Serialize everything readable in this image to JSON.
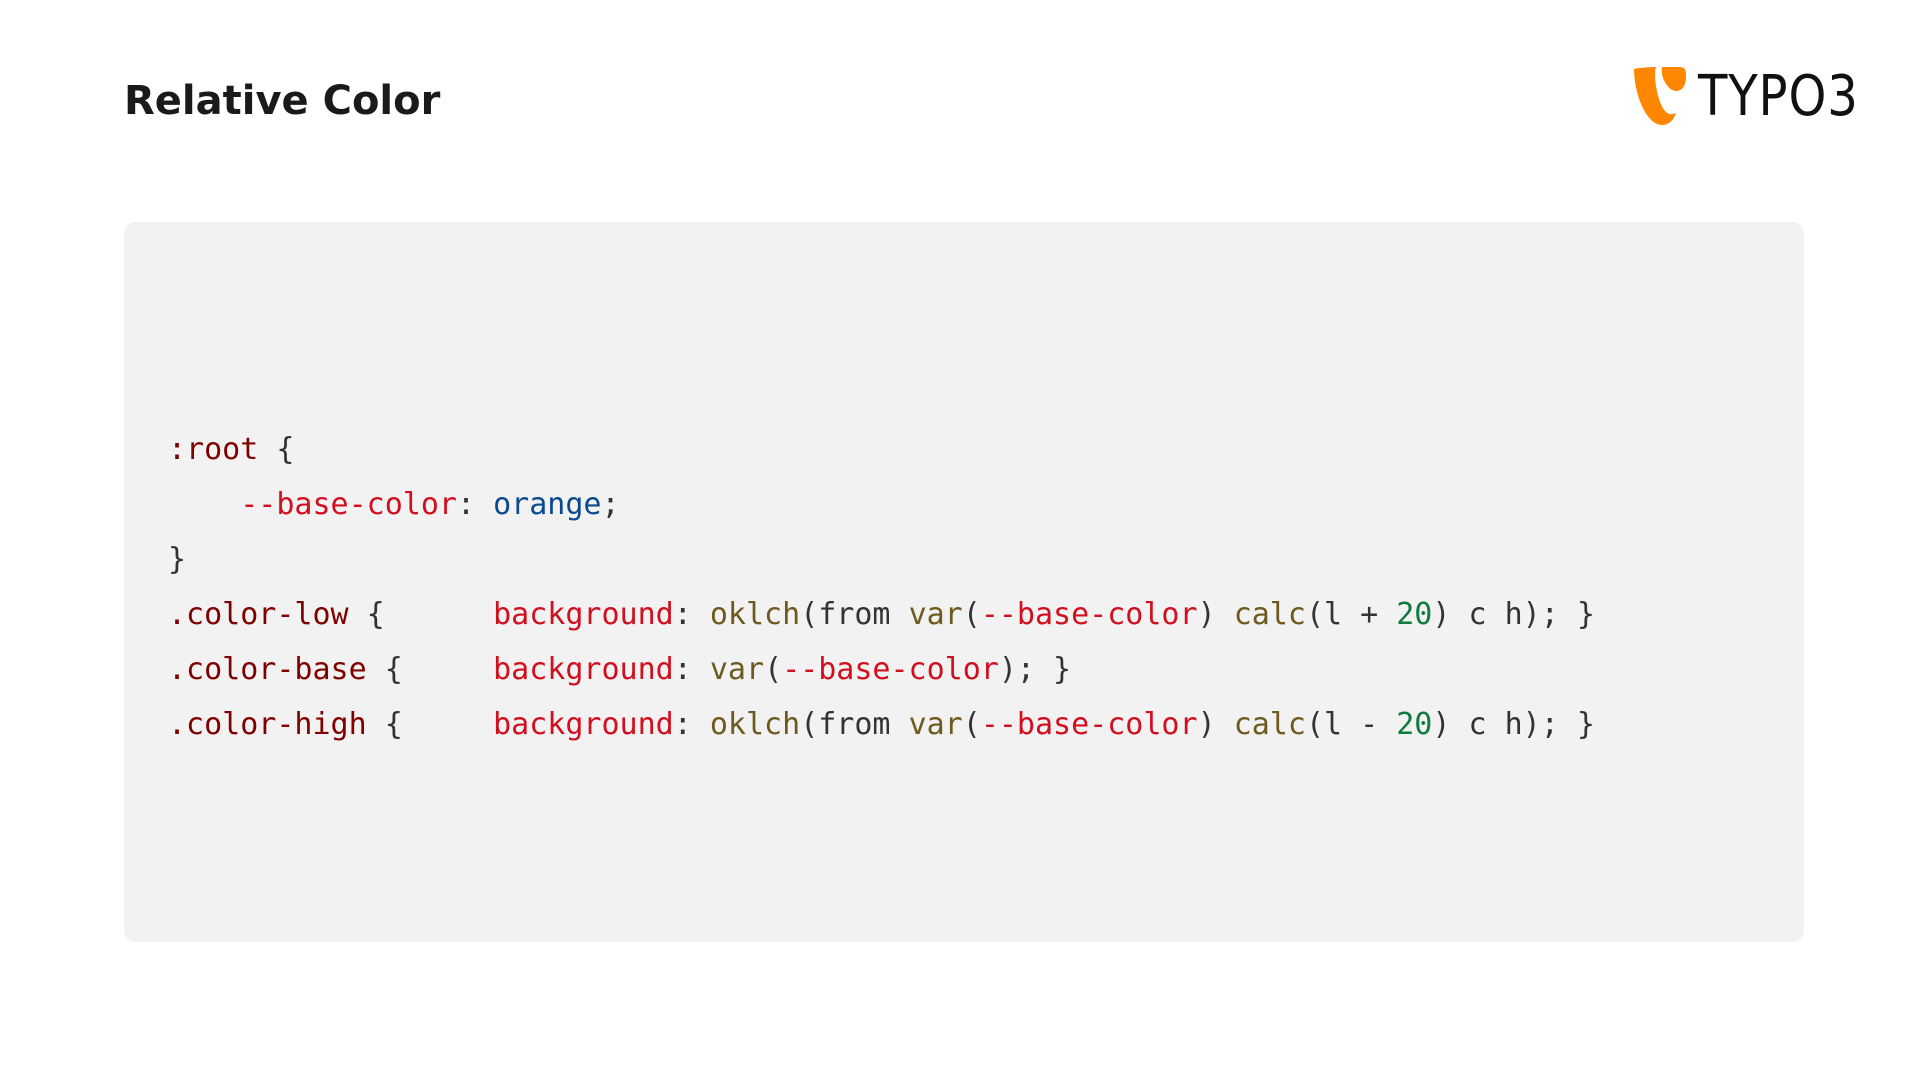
{
  "slide": {
    "title": "Relative Color"
  },
  "logo": {
    "text": "TYPO3",
    "icon": "typo3-logo-icon",
    "color": "#ff8700"
  },
  "colors": {
    "selector": "#800000",
    "property": "#d20f1f",
    "value": "#0b4a8c",
    "function": "#6e5a1e",
    "number": "#0f7a3e",
    "punctuation": "#333333",
    "panel_background": "#f2f2f2"
  },
  "code": {
    "lines": [
      [
        {
          "type": "selector",
          "text": ":root"
        },
        {
          "type": "punctuation",
          "text": " {"
        }
      ],
      [
        {
          "type": "punctuation",
          "text": "    "
        },
        {
          "type": "property",
          "text": "--base-color"
        },
        {
          "type": "punctuation",
          "text": ": "
        },
        {
          "type": "value",
          "text": "orange"
        },
        {
          "type": "punctuation",
          "text": ";"
        }
      ],
      [
        {
          "type": "punctuation",
          "text": "}"
        }
      ],
      [
        {
          "type": "selector",
          "text": ".color-low"
        },
        {
          "type": "punctuation",
          "text": " {      "
        },
        {
          "type": "property",
          "text": "background"
        },
        {
          "type": "punctuation",
          "text": ": "
        },
        {
          "type": "function",
          "text": "oklch"
        },
        {
          "type": "punctuation",
          "text": "(from "
        },
        {
          "type": "function",
          "text": "var"
        },
        {
          "type": "punctuation",
          "text": "("
        },
        {
          "type": "property",
          "text": "--base-color"
        },
        {
          "type": "punctuation",
          "text": ") "
        },
        {
          "type": "function",
          "text": "calc"
        },
        {
          "type": "punctuation",
          "text": "(l + "
        },
        {
          "type": "number",
          "text": "20"
        },
        {
          "type": "punctuation",
          "text": ") c h); }"
        }
      ],
      [
        {
          "type": "selector",
          "text": ".color-base"
        },
        {
          "type": "punctuation",
          "text": " {     "
        },
        {
          "type": "property",
          "text": "background"
        },
        {
          "type": "punctuation",
          "text": ": "
        },
        {
          "type": "function",
          "text": "var"
        },
        {
          "type": "punctuation",
          "text": "("
        },
        {
          "type": "property",
          "text": "--base-color"
        },
        {
          "type": "punctuation",
          "text": "); }"
        }
      ],
      [
        {
          "type": "selector",
          "text": ".color-high"
        },
        {
          "type": "punctuation",
          "text": " {     "
        },
        {
          "type": "property",
          "text": "background"
        },
        {
          "type": "punctuation",
          "text": ": "
        },
        {
          "type": "function",
          "text": "oklch"
        },
        {
          "type": "punctuation",
          "text": "(from "
        },
        {
          "type": "function",
          "text": "var"
        },
        {
          "type": "punctuation",
          "text": "("
        },
        {
          "type": "property",
          "text": "--base-color"
        },
        {
          "type": "punctuation",
          "text": ") "
        },
        {
          "type": "function",
          "text": "calc"
        },
        {
          "type": "punctuation",
          "text": "(l - "
        },
        {
          "type": "number",
          "text": "20"
        },
        {
          "type": "punctuation",
          "text": ") c h); }"
        }
      ]
    ]
  }
}
